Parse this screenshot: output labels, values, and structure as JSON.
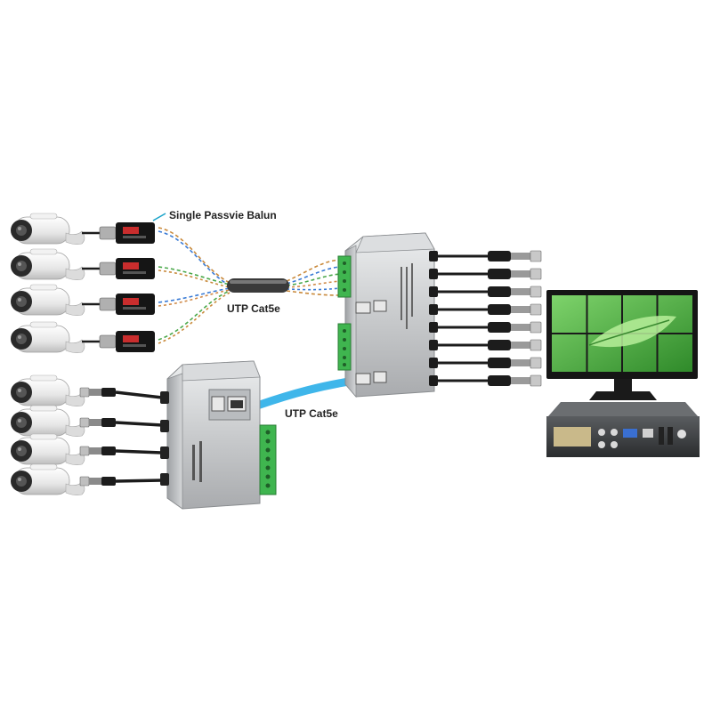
{
  "labels": {
    "single_balun": "Single Passvie Balun",
    "utp_top": "UTP Cat5e",
    "utp_bottom": "UTP Cat5e"
  },
  "devices": {
    "cameras_top_group": 4,
    "cameras_bottom_group": 4,
    "hub_bnc_ports": 8,
    "monitor_wall_tiles": 8
  },
  "colors": {
    "blue_cable": "#3fb6ea",
    "accent_cyan": "#19a3c9",
    "terminal_green": "#3fb54f",
    "monitor_green": "#3f9b3a",
    "metal": "#c8cacc"
  },
  "icons": [
    "camera-icon",
    "balun-icon",
    "bnc-connector-icon",
    "rj45-port-icon",
    "monitor-icon",
    "dvr-icon"
  ]
}
